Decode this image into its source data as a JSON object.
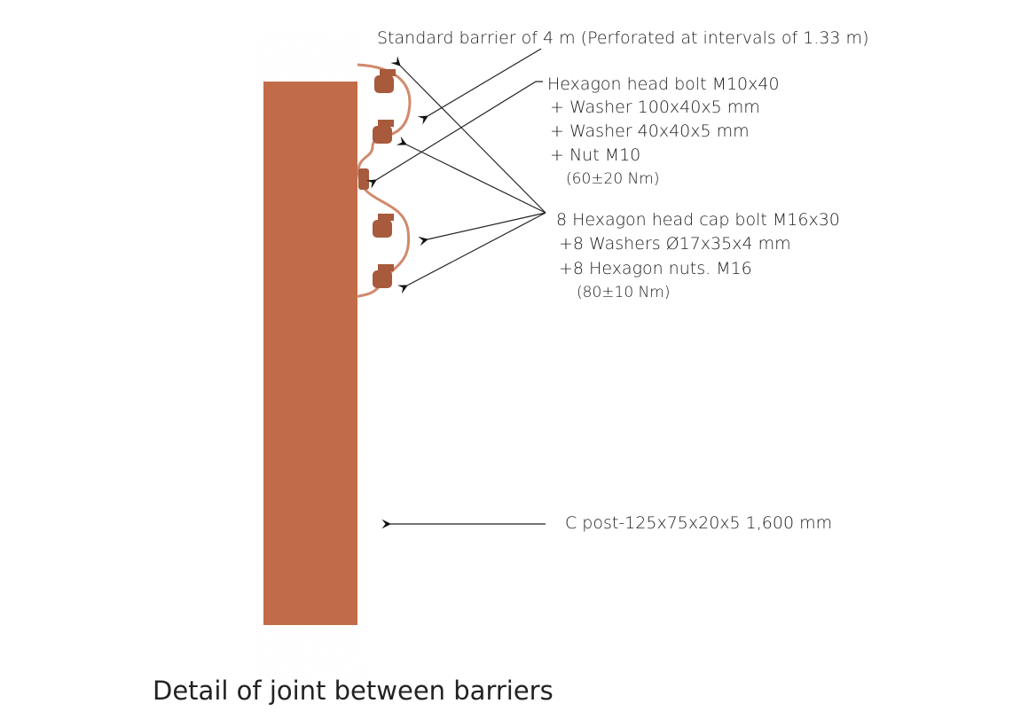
{
  "title": "Detail of joint between barriers",
  "labels": {
    "barrier": "Standard barrier of 4 m (Perforated at intervals of 1.33 m)",
    "bolt_m10": [
      "Hexagon head bolt M10x40",
      "+ Washer 100x40x5 mm",
      "+ Washer 40x40x5 mm",
      "+ Nut M10",
      "(60±20 Nm)"
    ],
    "bolt_m16": [
      "8 Hexagon head cap bolt M16x30",
      "+8 Washers Ø17x35x4 mm",
      "+8 Hexagon nuts. M16",
      "(80±10 Nm)"
    ],
    "post": "C post-125x75x20x5 1,600 mm"
  },
  "colors": {
    "post": "#c66e4c",
    "bolt": "#a85a3c",
    "line": "#222222"
  }
}
